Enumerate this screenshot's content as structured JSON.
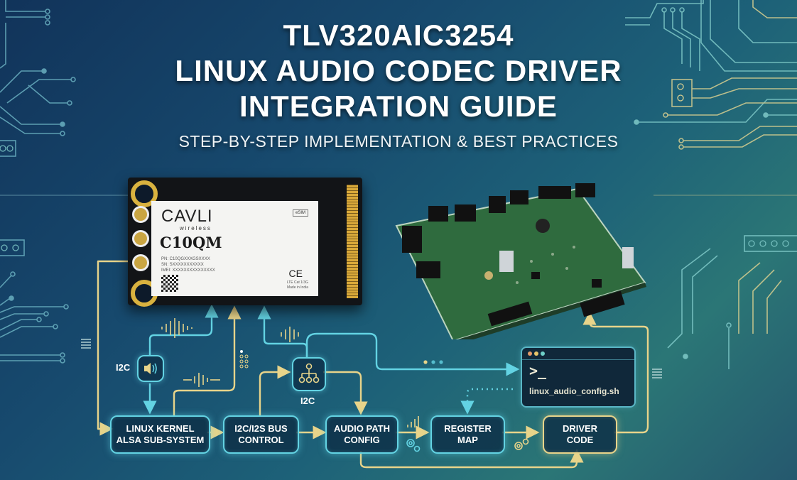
{
  "title": {
    "line1": "TLV320AIC3254",
    "line2": "LINUX AUDIO CODEC DRIVER",
    "line3": "INTEGRATION GUIDE",
    "subtitle": "STEP-BY-STEP IMPLEMENTATION & BEST PRACTICES"
  },
  "module": {
    "brand": "CAVLI",
    "brand_sub": "wireless",
    "model": "C10QM",
    "pn": "PN: C10QGXXXGSXXXX",
    "sn": "SN: SXXXXXXXXXXX",
    "imei": "IMEI: XXXXXXXXXXXXXXX",
    "esim": "eSIM",
    "ce": "CE",
    "ltc_line1": "LTE Cat 1/3G",
    "ltc_line2": "Made in India"
  },
  "diagram": {
    "i2c_left": "I2C",
    "i2c_right": "I2C",
    "boxes": [
      {
        "id": "linux-kernel",
        "line1": "LINUX KERNEL",
        "line2": "ALSA SUB-SYSTEM",
        "style": "cyan"
      },
      {
        "id": "bus-control",
        "line1": "I2C/I2S BUS",
        "line2": "CONTROL",
        "style": "cyan"
      },
      {
        "id": "audio-path",
        "line1": "AUDIO PATH",
        "line2": "CONFIG",
        "style": "cyan"
      },
      {
        "id": "register-map",
        "line1": "REGISTER",
        "line2": "MAP",
        "style": "cyan"
      },
      {
        "id": "driver-code",
        "line1": "DRIVER",
        "line2": "CODE",
        "style": "gold"
      }
    ],
    "terminal": {
      "prompt": ">_",
      "filename": "linux_audio_config.sh",
      "dots": [
        "#e59a6a",
        "#e6c56a",
        "#6fd0c8"
      ]
    }
  },
  "colors": {
    "cyan": "#63d3e3",
    "gold": "#e8d48a",
    "bg_dark": "#11335a",
    "bg_teal": "#2b7676"
  },
  "icons": [
    "speaker-icon",
    "network-hierarchy-icon",
    "gear-icon",
    "signal-bars-icon",
    "waveform-icon",
    "terminal-icon"
  ]
}
